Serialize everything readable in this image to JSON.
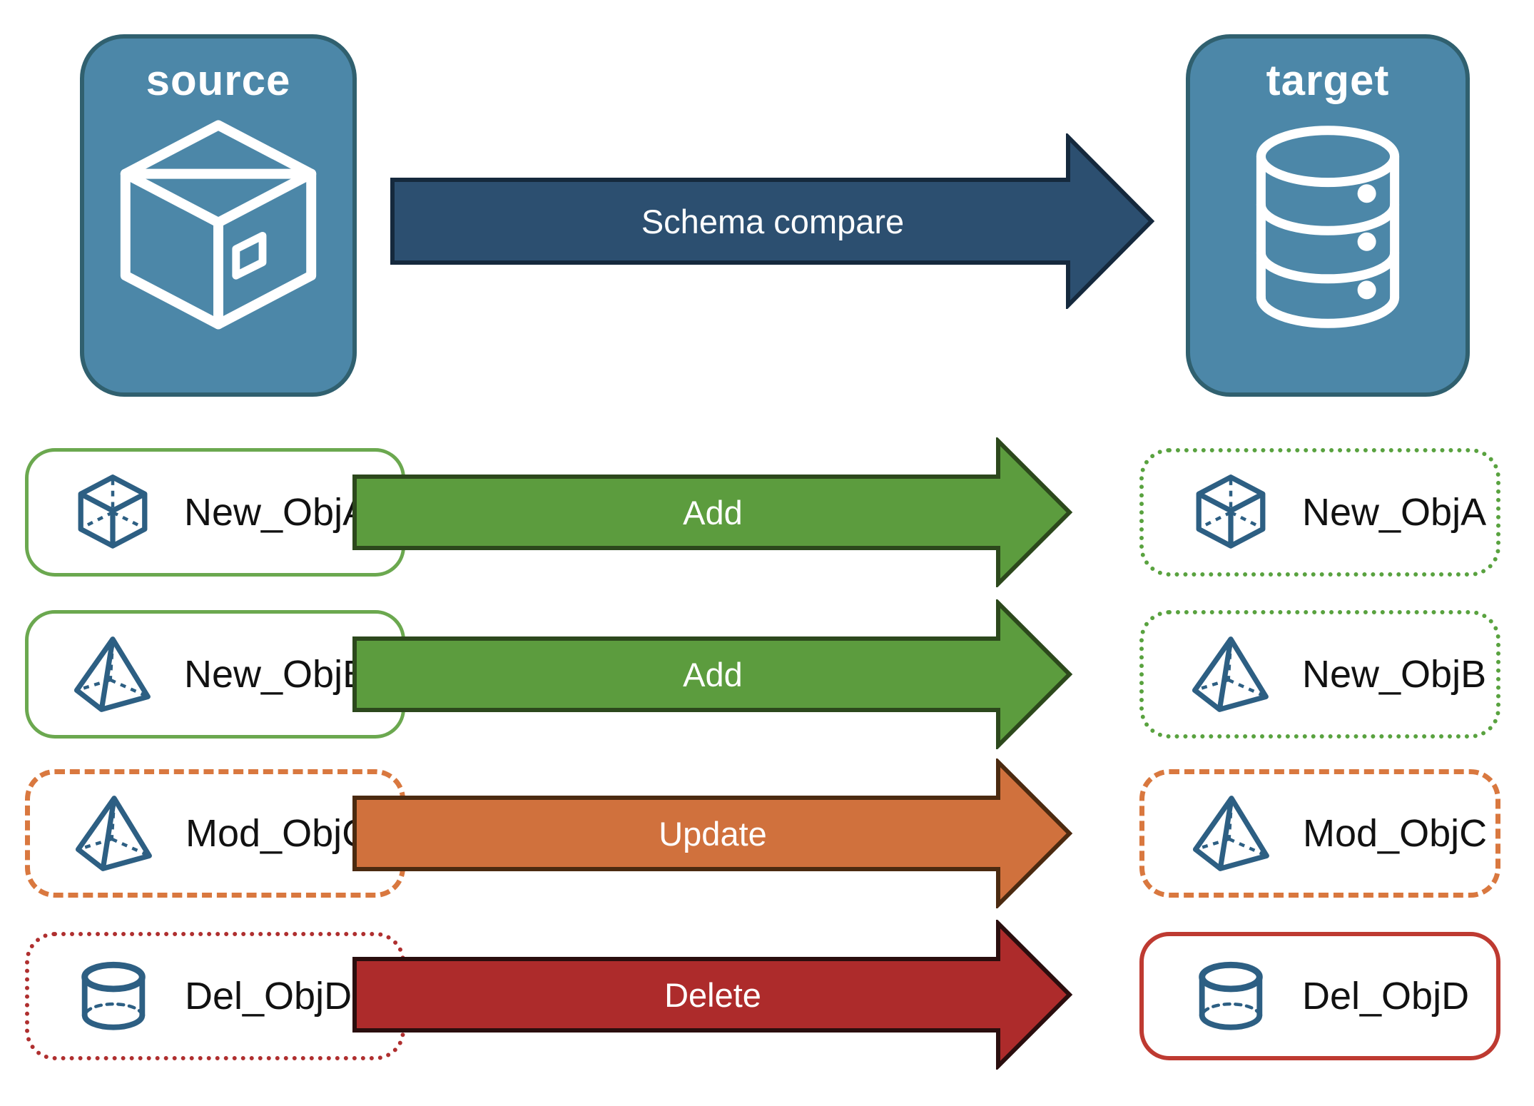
{
  "nodes": {
    "source": {
      "label": "source",
      "icon": "package"
    },
    "target": {
      "label": "target",
      "icon": "database"
    }
  },
  "compare": {
    "label": "Schema compare"
  },
  "rows": [
    {
      "source_label": "New_ObjA",
      "target_label": "New_ObjA",
      "action": "Add",
      "icon": "cube",
      "source_border": "solid-green",
      "target_border": "dotted-green",
      "arrow_color": "green"
    },
    {
      "source_label": "New_ObjB",
      "target_label": "New_ObjB",
      "action": "Add",
      "icon": "pyramid",
      "source_border": "solid-green",
      "target_border": "dotted-green",
      "arrow_color": "green"
    },
    {
      "source_label": "Mod_ObjC",
      "target_label": "Mod_ObjC",
      "action": "Update",
      "icon": "pyramid",
      "source_border": "dashed-orange",
      "target_border": "dashed-orange",
      "arrow_color": "orange"
    },
    {
      "source_label": "Del_ObjD",
      "target_label": "Del_ObjD",
      "action": "Delete",
      "icon": "cylinder",
      "source_border": "dotted-red",
      "target_border": "solid-red",
      "arrow_color": "red"
    }
  ],
  "colors": {
    "node_fill": "#4c87a8",
    "node_border": "#30606f",
    "compare_arrow_fill": "#2c4f70",
    "compare_arrow_border": "#15293d",
    "add_arrow_fill": "#5c9c3e",
    "add_arrow_border": "#2c481c",
    "update_arrow_fill": "#d0713d",
    "update_arrow_border": "#4b2a10",
    "delete_arrow_fill": "#ad2b2b",
    "delete_arrow_border": "#2a0e0e",
    "solid_green_border": "#6ba84f",
    "dotted_green_border": "#59a23f",
    "dashed_orange_border": "#d9783f",
    "dotted_red_border": "#af2f2f",
    "solid_red_border": "#be3a31",
    "object_icon_stroke": "#2d5f83",
    "label_text": "#111111",
    "background": "#ffffff"
  }
}
